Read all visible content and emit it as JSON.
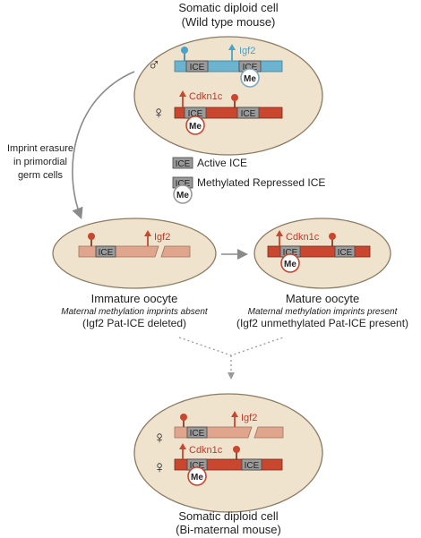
{
  "top_cell": {
    "title": "Somatic diploid cell",
    "subtitle": "(Wild type mouse)",
    "paternal_symbol": "♂",
    "maternal_symbol": "♀",
    "paternal_gene": "Igf2",
    "maternal_gene": "Cdkn1c"
  },
  "ice_label": "ICE",
  "me_label": "Me",
  "legend": {
    "active": "Active ICE",
    "methylated": "Methylated Repressed ICE"
  },
  "erasure_label": [
    "Imprint erasure",
    "in primordial",
    "germ cells"
  ],
  "immature": {
    "gene": "Igf2",
    "title": "Immature oocyte",
    "note": "Maternal methylation imprints absent",
    "detail": "(Igf2 Pat-ICE deleted)"
  },
  "mature": {
    "gene": "Cdkn1c",
    "title": "Mature oocyte",
    "note": "Maternal methylation imprints present",
    "detail": "(Igf2 unmethylated Pat-ICE present)"
  },
  "bottom_cell": {
    "title": "Somatic diploid cell",
    "subtitle": "(Bi-maternal mouse)",
    "symbol_1": "♀",
    "symbol_2": "♀",
    "gene_1": "Igf2",
    "gene_2": "Cdkn1c"
  },
  "colors": {
    "cell_fill": "#efe3ce",
    "cell_stroke": "#8c7a63",
    "paternal_bar": "#6bb3cf",
    "maternal_bar": "#c9472f",
    "immature_bar": "#e0a58d",
    "ice_fill": "#9a9a9a",
    "arrow_gray": "#8a8a8a"
  }
}
